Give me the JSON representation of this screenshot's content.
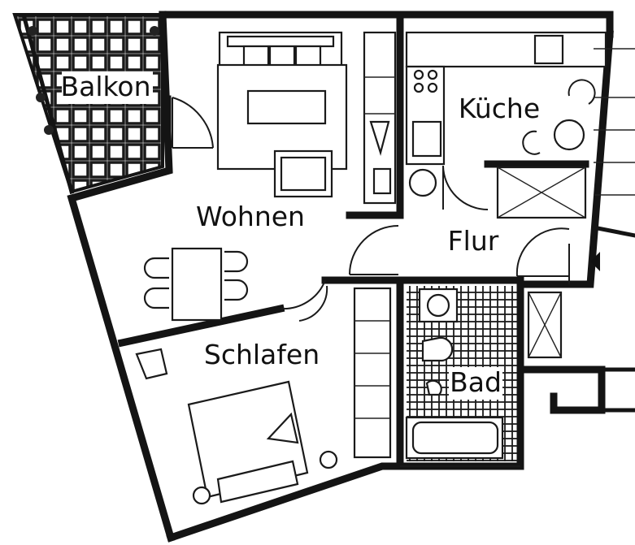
{
  "rooms": {
    "balkon": "Balkon",
    "kueche": "Küche",
    "wohnen": "Wohnen",
    "flur": "Flur",
    "schlafen": "Schlafen",
    "bad": "Bad"
  }
}
